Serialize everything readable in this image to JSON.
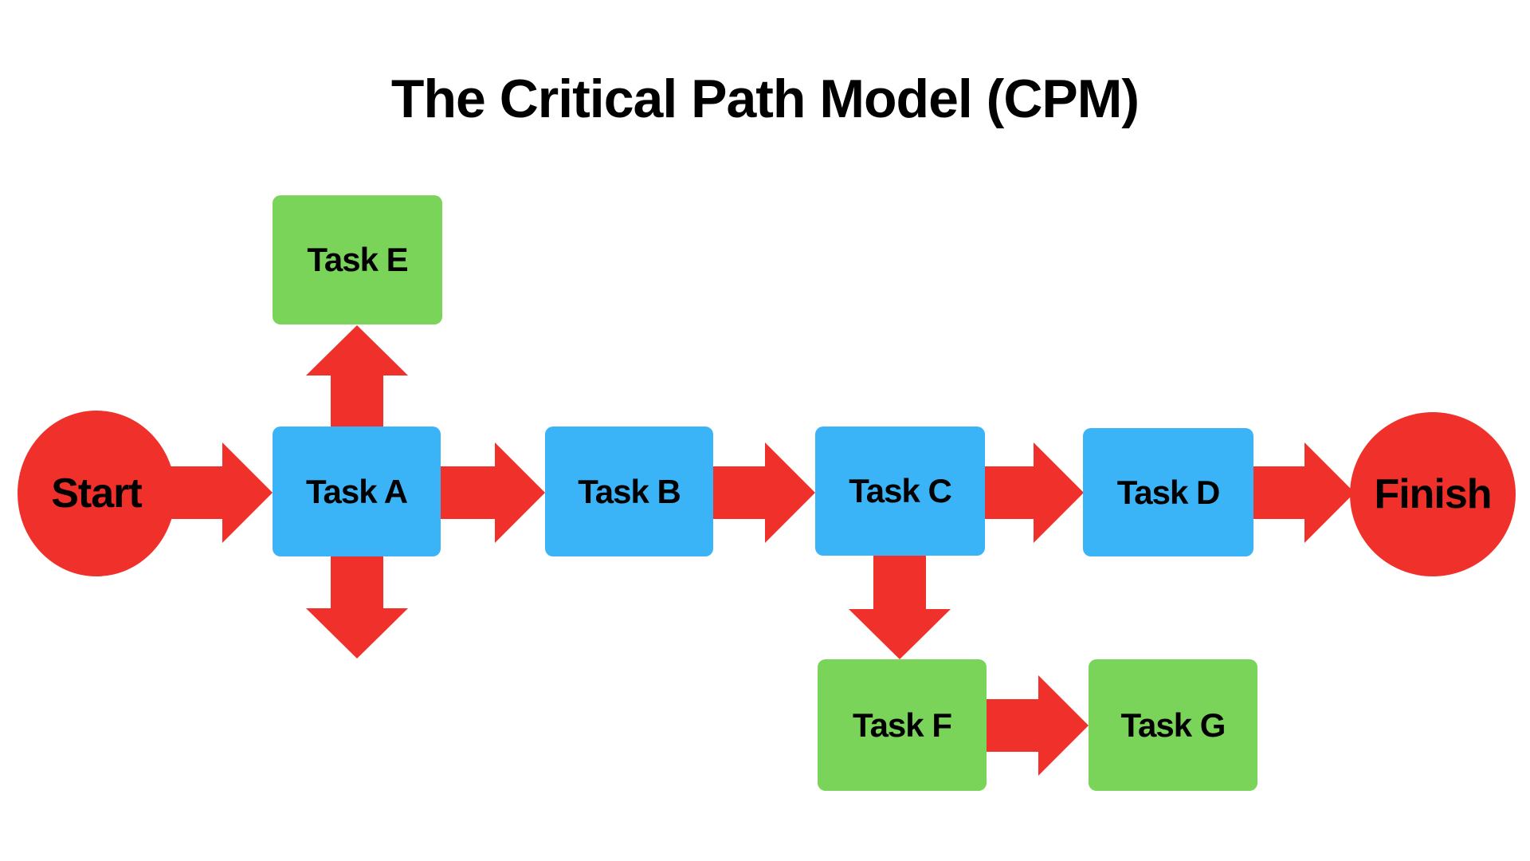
{
  "title": "The Critical Path Model (CPM)",
  "colors": {
    "red": "#F0302B",
    "blue": "#3AB3F7",
    "green": "#7BD45A",
    "text": "#000000",
    "background": "#FFFFFF"
  },
  "nodes": {
    "start": {
      "label": "Start",
      "shape": "circle",
      "color": "red"
    },
    "task_a": {
      "label": "Task A",
      "shape": "rect",
      "color": "blue"
    },
    "task_b": {
      "label": "Task B",
      "shape": "rect",
      "color": "blue"
    },
    "task_c": {
      "label": "Task C",
      "shape": "rect",
      "color": "blue"
    },
    "task_d": {
      "label": "Task D",
      "shape": "rect",
      "color": "blue"
    },
    "task_e": {
      "label": "Task E",
      "shape": "rect",
      "color": "green"
    },
    "task_f": {
      "label": "Task F",
      "shape": "rect",
      "color": "green"
    },
    "task_g": {
      "label": "Task G",
      "shape": "rect",
      "color": "green"
    },
    "finish": {
      "label": "Finish",
      "shape": "circle",
      "color": "red"
    }
  },
  "edges": [
    {
      "from": "Start",
      "to": "Task A",
      "direction": "right"
    },
    {
      "from": "Task A",
      "to": "Task E",
      "direction": "up"
    },
    {
      "from": "Task A",
      "to": "Task B",
      "direction": "right"
    },
    {
      "from": "Task A",
      "to": "",
      "direction": "down"
    },
    {
      "from": "Task B",
      "to": "Task C",
      "direction": "right"
    },
    {
      "from": "Task C",
      "to": "Task D",
      "direction": "right"
    },
    {
      "from": "Task C",
      "to": "Task F",
      "direction": "down"
    },
    {
      "from": "Task D",
      "to": "Finish",
      "direction": "right"
    },
    {
      "from": "Task F",
      "to": "Task G",
      "direction": "right"
    }
  ]
}
